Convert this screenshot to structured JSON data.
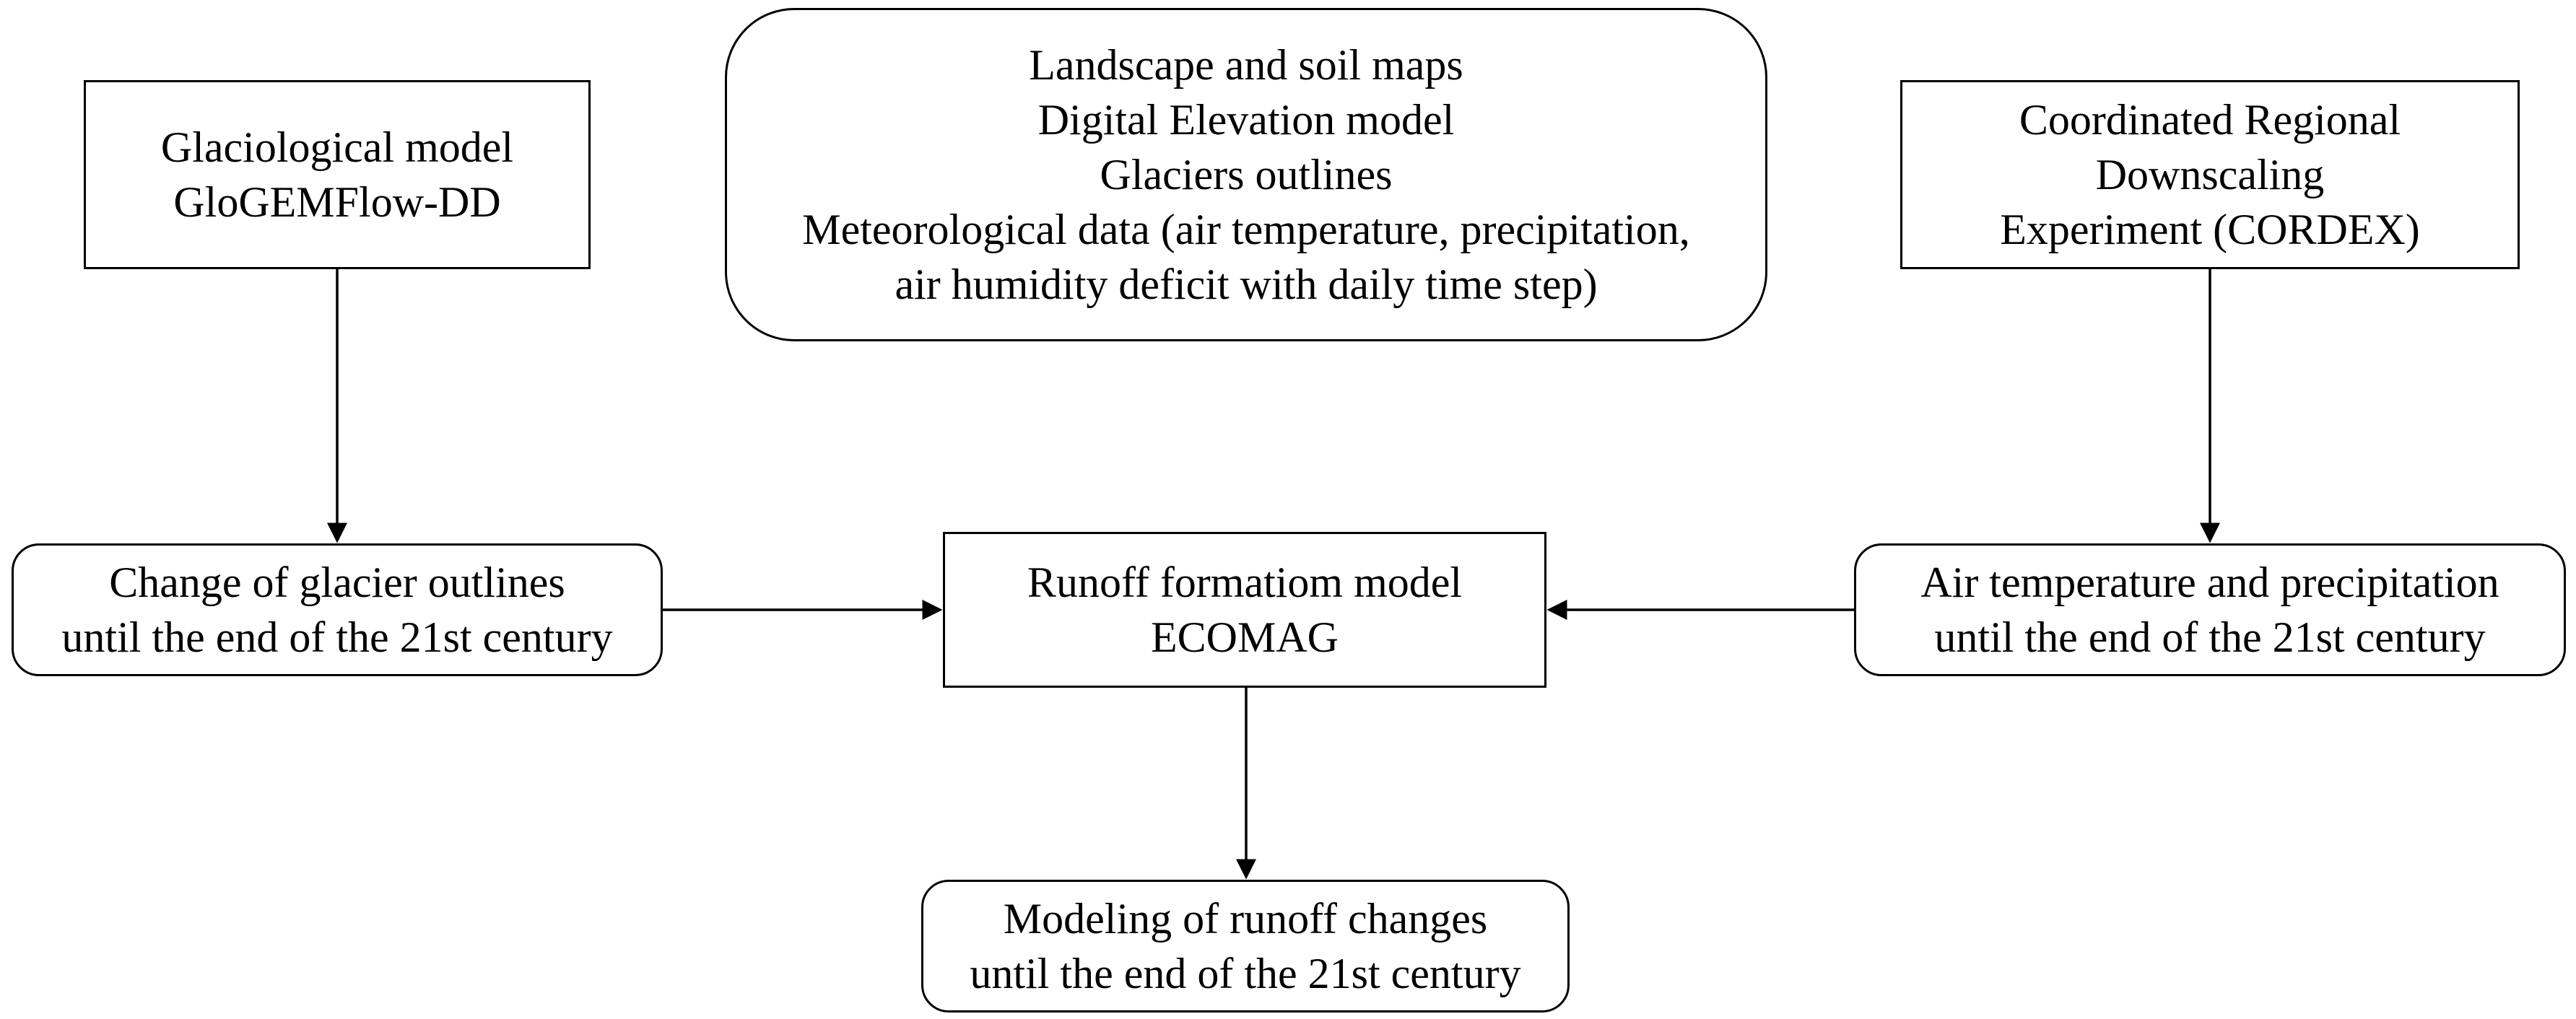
{
  "diagram": {
    "nodes": [
      {
        "id": "glacio",
        "lines": [
          "Glaciological model",
          "GloGEMFlow-DD"
        ]
      },
      {
        "id": "inputs",
        "lines": [
          "Landscape and soil maps",
          "Digital Elevation model",
          "Glaciers outlines",
          "Meteorological data (air temperature, precipitation,",
          "air humidity deficit with daily time step)"
        ]
      },
      {
        "id": "cordex",
        "lines": [
          "Coordinated Regional",
          "Downscaling",
          "Experiment (CORDEX)"
        ]
      },
      {
        "id": "glacier_change",
        "lines": [
          "Change of glacier outlines",
          "until the end of the 21st century"
        ]
      },
      {
        "id": "ecomag",
        "lines": [
          "Runoff formatiom model",
          "ECOMAG"
        ]
      },
      {
        "id": "air_temp",
        "lines": [
          "Air temperature and precipitation",
          "until the end of the 21st century"
        ]
      },
      {
        "id": "runoff",
        "lines": [
          "Modeling of runoff changes",
          "until the end of the 21st century"
        ]
      }
    ],
    "edges": [
      {
        "from": "glacio",
        "to": "glacier_change"
      },
      {
        "from": "cordex",
        "to": "air_temp"
      },
      {
        "from": "glacier_change",
        "to": "ecomag"
      },
      {
        "from": "air_temp",
        "to": "ecomag"
      },
      {
        "from": "ecomag",
        "to": "runoff"
      }
    ]
  }
}
